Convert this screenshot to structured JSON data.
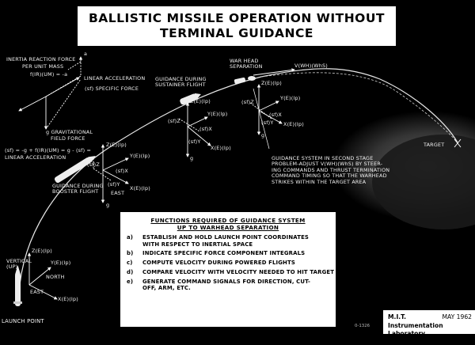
{
  "title": {
    "line1": "BALLISTIC MISSILE OPERATION WITHOUT",
    "line2": "TERMINAL GUIDANCE"
  },
  "inset": {
    "heading_line1": "INERTIA REACTION FORCE",
    "heading_line2": "PER UNIT MASS",
    "reaction_term": "f(IR)(UM) = -a",
    "a_term": "a",
    "linear_accel_label": "LINEAR ACCELERATION",
    "specific_force_label": "(sf) SPECIFIC FORCE",
    "gravity_label_line1": "g  GRAVITATIONAL",
    "gravity_label_line2": "FIELD FORCE",
    "equation_line1": "(sf) = -g + f(IR)(UM) = g - (sf) =",
    "equation_line2": "LINEAR ACCELERATION"
  },
  "labels": {
    "warhead_separation": "WAR HEAD\nSEPARATION",
    "velocity_top": "V(WH)(WhS)",
    "guidance_sustainer": "GUIDANCE DURING\nSUSTAINER FLIGHT",
    "guidance_booster": "GUIDANCE DURING\nBOOSTER FLIGHT",
    "target": "TARGET",
    "launch_point": "LAUNCH POINT",
    "guidance_note": "GUIDANCE SYSTEM IN SECOND STAGE\nPROBLEM-ADJUST V(WH)(WhS) BY STEER-\nING COMMANDS AND THRUST TERMINATION\nCOMMAND TIMING SO THAT THE WARHEAD\nSTRIKES WITHIN THE TARGET AREA"
  },
  "axes": {
    "launch": {
      "z": "Z(E)(Ip)",
      "y": "Y(E)(Ip)",
      "x": "X(E)(Ip)",
      "vertical": "VERTICAL\n(UP)",
      "north": "NORTH",
      "east": "EAST"
    },
    "booster": {
      "z": "Z(E)(Ip)",
      "y": "Y(E)(Ip)",
      "x": "X(E)(Ip)",
      "sfz": "(sf)Z",
      "sfx": "(sf)X",
      "sfy": "(sf)Y",
      "east": "EAST",
      "g": "g"
    },
    "sustainer": {
      "z": "Z(E)(Ip)",
      "y": "Y(E)(Ip)",
      "x": "X(E)(Ip)",
      "sfz": "(sf)Z",
      "sfx": "(sf)X",
      "sfy": "(sf)Y",
      "g": "g"
    },
    "warhead": {
      "z": "Z(E)(Ip)",
      "y": "Y(E)(Ip)",
      "x": "X(E)(Ip)",
      "sfz": "(sf)Z",
      "sfx": "(sf)X",
      "sfy": "(sf)Y",
      "g": "g"
    }
  },
  "functions": {
    "title_line1": "FUNCTIONS  REQUIRED  OF  GUIDANCE  SYSTEM",
    "title_line2": "UP  TO  WARHEAD  SEPARATION",
    "items": [
      {
        "key": "a)",
        "text": "ESTABLISH AND HOLD LAUNCH POINT COORDINATES\nWITH RESPECT TO INERTIAL SPACE"
      },
      {
        "key": "b)",
        "text": "INDICATE SPECIFIC FORCE COMPONENT INTEGRALS"
      },
      {
        "key": "c)",
        "text": "COMPUTE VELOCITY DURING POWERED FLIGHTS"
      },
      {
        "key": "d)",
        "text": "COMPARE VELOCITY WITH VELOCITY NEEDED TO HIT TARGET"
      },
      {
        "key": "e)",
        "text": "GENERATE COMMAND SIGNALS FOR DIRECTION, CUT-\nOFF, ARM, ETC."
      }
    ]
  },
  "credit": {
    "org": "M.I.T.",
    "date": "MAY 1962",
    "lab": "Instrumentation Laboratory"
  },
  "figure_number": "0-1326"
}
